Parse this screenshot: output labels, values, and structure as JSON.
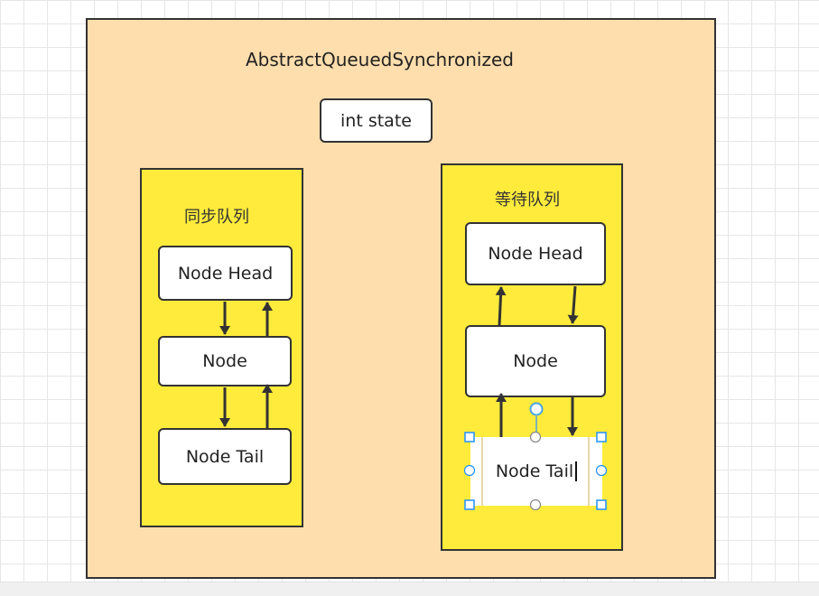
{
  "diagram": {
    "title": "AbstractQueuedSynchronized",
    "state_box": "int state",
    "sync_queue": {
      "title": "同步队列",
      "head": "Node Head",
      "node": "Node",
      "tail": "Node Tail"
    },
    "wait_queue": {
      "title": "等待队列",
      "head": "Node Head",
      "node": "Node",
      "tail": "Node Tail"
    },
    "colors": {
      "container_fill": "#ffdead",
      "queue_fill": "#ffeb3b",
      "node_fill": "#ffffff",
      "stroke": "#333333",
      "selection_handle": "#1e90ff"
    }
  }
}
